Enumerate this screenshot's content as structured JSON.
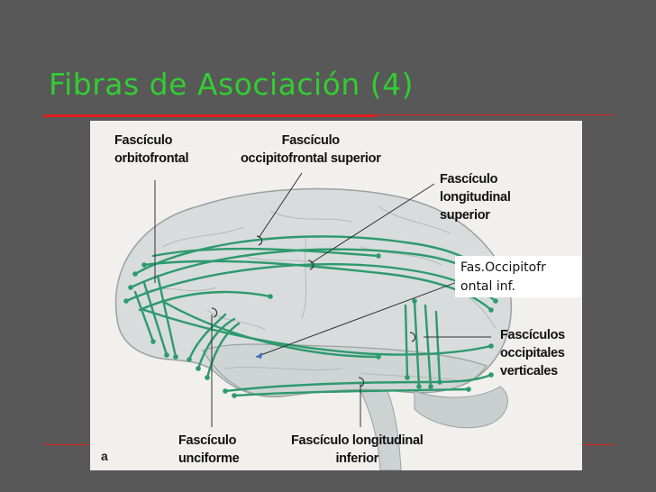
{
  "slide": {
    "title": "Fibras de Asociación (4)",
    "colors": {
      "background": "#585858",
      "title": "#33cc33",
      "rule": "#e01e1e",
      "fiber": "#2e9a6e"
    }
  },
  "figure": {
    "labels": {
      "orbitofrontal": "Fascículo\norbitofrontal",
      "occ_sup": "Fascículo\noccipitofrontal superior",
      "long_sup": "Fascículo\nlongitudinal\nsuperior",
      "occ_vert": "Fascículos\noccipitales\nverticales",
      "unciforme": "Fascículo\nunciforme",
      "long_inf": "Fascículo longitudinal\ninferior",
      "panel_letter": "a"
    },
    "callout": "Fas.Occipitofr\n ontal inf."
  }
}
